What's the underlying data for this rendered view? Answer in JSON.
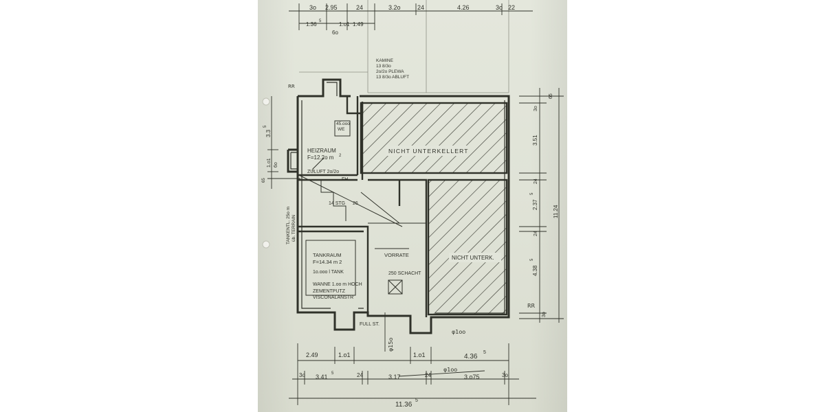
{
  "top_dims": {
    "row1": [
      "3o",
      "2.95",
      "24",
      "3.2o",
      "24",
      "4.26",
      "3o",
      "22"
    ],
    "row2": [
      "1.36",
      "5",
      "1.o1",
      "1.49"
    ],
    "row3": "6o"
  },
  "kamine": [
    "KAMINE",
    "13 8/3o",
    "2o/2o PLEWA",
    "13 8/3o ABLUFT"
  ],
  "rooms": {
    "heizraum": {
      "name": "HEIZRAUM",
      "area": "F=12.2o m",
      "sup": "2"
    },
    "we": {
      "line1": "45.ooo",
      "line2": "WE"
    },
    "zuluft": "ZULUFT 2o/2o",
    "fh": "FH.",
    "stairs": "14 STG",
    "stairs_tail": "26",
    "tankraum": {
      "name": "TANKRAUM",
      "area": "F=14.34 m 2"
    },
    "tank": "1o.ooo l TANK",
    "wanne": "WANNE 1.oo m HOCH",
    "zementputz": "ZEMENTPUTZ",
    "visconal": "VISCONALANSTR",
    "vorrate": "VORRATE",
    "schacht": "250 SCHACHT",
    "nicht1": "NICHT UNTERKELLERT",
    "nicht2": "NICHT UNTERK.",
    "fullst": "FULL ST.",
    "tankentl": "TANKENTL. 25o m",
    "tankentl2": "üb. TERRAIN"
  },
  "left_dims": [
    "3.3",
    "5",
    "1.o1",
    "6o",
    "65"
  ],
  "right_dims": [
    "65",
    "3o",
    "3.51",
    "24",
    "2.37",
    "5",
    "24",
    "4.38",
    "5",
    "3o",
    "11.24"
  ],
  "bottom_dims": {
    "row1": [
      "2.49",
      "1.o1",
      "1.o1",
      "4.36",
      "5"
    ],
    "row2": [
      "3o",
      "3.41",
      "5",
      "24",
      "3.17",
      "24",
      "3.o75",
      "3o"
    ],
    "total": "11.36",
    "total_sup": "5",
    "pipe1": "φ1oo",
    "pipe2": "φ1oo",
    "pipe3": "φ15o"
  },
  "notes": {
    "rr": "RR",
    "rr2": "RR"
  }
}
